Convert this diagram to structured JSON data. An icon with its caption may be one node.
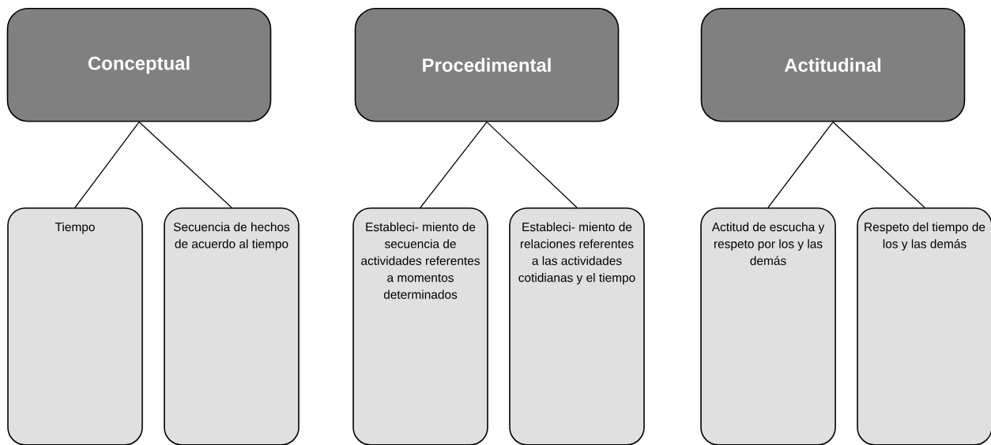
{
  "diagram": {
    "nodes": [
      {
        "text": [
          "Conceptual"
        ]
      },
      {
        "text": [
          "Tiempo"
        ]
      },
      {
        "text": [
          "Secuencia de hechos de acuerdo al tiempo"
        ]
      },
      {
        "text": [
          "Procedimental"
        ]
      },
      {
        "text": [
          "Estableci- miento de secuencia de actividades referentes a momentos determinados"
        ]
      },
      {
        "text": [
          "Estableci- miento de relaciones referentes a las actividades cotidianas y el tiempo"
        ]
      },
      {
        "text": [
          "Actitudinal"
        ]
      },
      {
        "text": [
          "Actitud de escucha y respeto por los y las demás"
        ]
      },
      {
        "text": [
          "Respeto del tiempo de los y las demás"
        ]
      }
    ],
    "edges": [
      {
        "from": 0,
        "to": 1,
        "arrow": "none"
      },
      {
        "from": 0,
        "to": 2,
        "arrow": "none"
      },
      {
        "from": 3,
        "to": 4,
        "arrow": "none"
      },
      {
        "from": 3,
        "to": 5,
        "arrow": "none"
      },
      {
        "from": 6,
        "to": 7,
        "arrow": "none"
      },
      {
        "from": 6,
        "to": 8,
        "arrow": "none"
      }
    ]
  }
}
